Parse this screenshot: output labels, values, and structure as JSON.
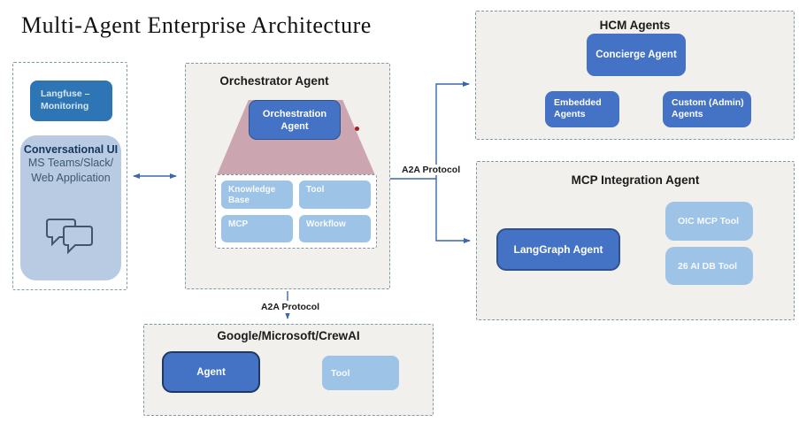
{
  "title": "Multi-Agent Enterprise Architecture",
  "conversational": {
    "langfuse_label": "Langfuse – Monitoring",
    "heading": "Conversational UI",
    "sub": [
      "MS Teams/Slack/",
      "Web Application"
    ]
  },
  "orchestrator": {
    "title": "Orchestrator Agent",
    "agent_label": "Orchestration Agent",
    "tools": [
      "Knowledge Base",
      "Tool",
      "MCP",
      "Workflow"
    ]
  },
  "hcm": {
    "title": "HCM Agents",
    "concierge_label": "Concierge Agent",
    "embedded_label": "Embedded Agents",
    "custom_label": "Custom (Admin) Agents"
  },
  "mcp": {
    "title": "MCP Integration Agent",
    "langgraph_label": "LangGraph Agent",
    "oic_label": "OIC MCP Tool",
    "aidb_label": "26 AI DB Tool"
  },
  "frameworks": {
    "title": "Google/Microsoft/CrewAI",
    "agent_label": "Agent",
    "tool_label": "Tool"
  },
  "labels": {
    "a2a_right": "A2A Protocol",
    "a2a_down": "A2A Protocol"
  },
  "colors": {
    "primary_blue": "#4472c4",
    "primary_blue_border": "#2f528f",
    "langfuse_blue": "#2e75b6",
    "light_blue": "#9dc3e6",
    "conversational_fill": "#b8cbe2",
    "trapezoid_pink": "#cba6b1",
    "panel_bg": "#f2f0ed",
    "dashed_border": "#7f9ba4",
    "arrow_blue": "#3b66ad",
    "red_dot": "#a81f1f",
    "heading_navy": "#17365d"
  }
}
